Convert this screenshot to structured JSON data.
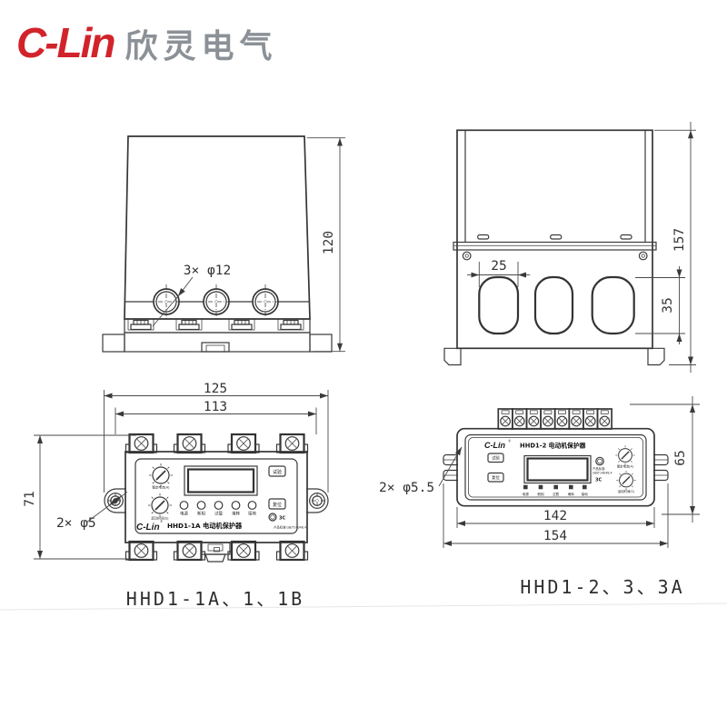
{
  "header": {
    "brand": "C-Lin",
    "company": "欣灵电气",
    "brand_color": "#d2232a",
    "company_color": "#8b9196"
  },
  "front_view": {
    "hole_callout": "3× φ12",
    "height": "120"
  },
  "side_view": {
    "hole_width": "25",
    "hole_height": "35",
    "height": "157"
  },
  "hhd1_1": {
    "caption": "HHD1-1A、1、1B",
    "outer_width": "125",
    "hole_spacing": "113",
    "height": "71",
    "hole_callout": "2× φ5",
    "panel": {
      "brand": "C-Lin",
      "reg": "®",
      "title": "HHD1-1A 电动机保护器",
      "btn_test": "试验",
      "btn_reset": "复位",
      "dial_current": "整定电流(A)",
      "dial_time": "起动时间(S)",
      "leds": [
        "电源",
        "断相",
        "过载",
        "堵转",
        "接地"
      ],
      "cert": "3C",
      "standard": "产品标准:GB/T14048.4"
    }
  },
  "hhd1_2": {
    "caption": "HHD1-2、3、3A",
    "body_width": "142",
    "outer_width": "154",
    "height": "65",
    "hole_callout": "2× φ5.5",
    "panel": {
      "brand": "C-Lin",
      "reg": "®",
      "title": "HHD1-2 电动机保护器",
      "btn_test": "试验",
      "btn_reset": "复位",
      "dial_current": "整定电流(A)",
      "dial_time": "起动时间(S)",
      "leds": [
        "电源",
        "断相",
        "过载",
        "堵转",
        "接地"
      ],
      "cert": "3C",
      "standard_l1": "产品标准:",
      "standard_l2": "GB/T14048.4"
    }
  }
}
